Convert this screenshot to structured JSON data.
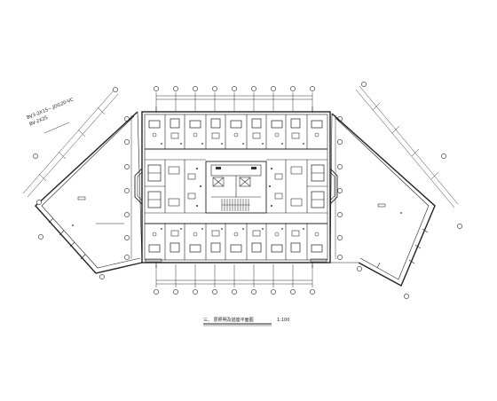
{
  "drawing": {
    "wire_note_line1": "BV3-2X15~.JDG20-VC",
    "wire_note_line2": "BV-2X25",
    "caption": "三、    层照明及插座平面图",
    "caption_scale": "1:100"
  }
}
